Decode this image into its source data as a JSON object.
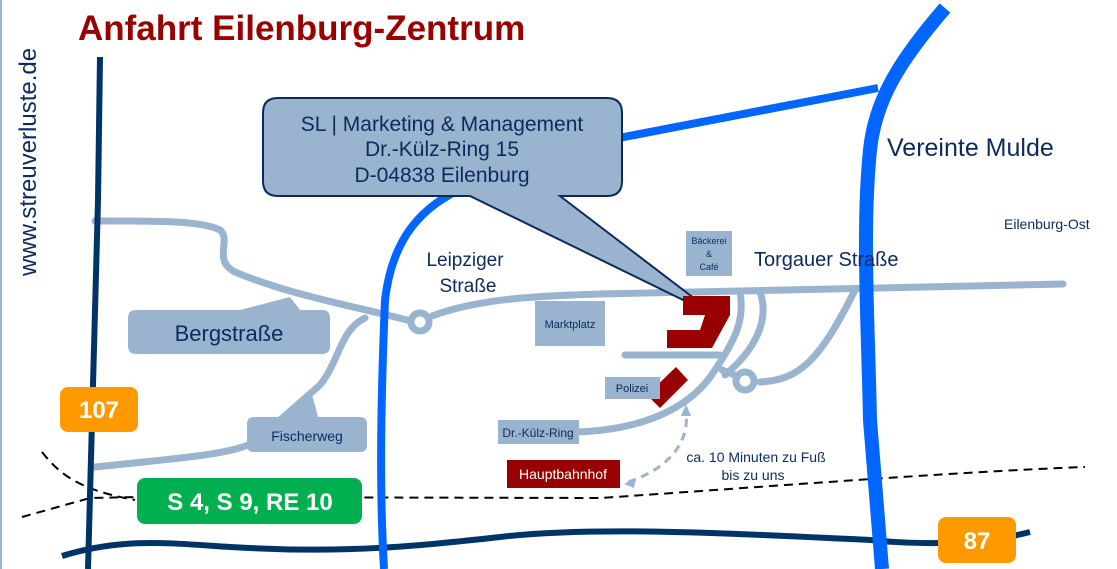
{
  "title": "Anfahrt Eilenburg-Zentrum",
  "website": "www.streuverluste.de",
  "callout": {
    "line1": "SL | Marketing & Management",
    "line2": "Dr.-Külz-Ring 15",
    "line3": "D-04838 Eilenburg"
  },
  "labels": {
    "river": "Vereinte Mulde",
    "eilenburg_ost": "Eilenburg-Ost",
    "torgauer": "Torgauer Straße",
    "leipziger_line1": "Leipziger",
    "leipziger_line2": "Straße",
    "bergstrasse": "Bergstraße",
    "fischerweg": "Fischerweg",
    "marktplatz": "Marktplatz",
    "baeckerei_line1": "Bäckerei",
    "baeckerei_line2": "&",
    "baeckerei_line3": "Café",
    "polizei": "Polizei",
    "dr_kuelz_ring": "Dr.-Külz-Ring",
    "hauptbahnhof": "Hauptbahnhof",
    "walk_line1": "ca. 10 Minuten  zu Fuß",
    "walk_line2": "bis zu  uns"
  },
  "badges": {
    "b107": "107",
    "b87": "87",
    "train": "S 4, S 9, RE 10"
  },
  "colors": {
    "title": "#990000",
    "river": "#0066ff",
    "main_road": "#003366",
    "street": "#9ab3cf",
    "label_box": "#9ab3cf",
    "building": "#990000",
    "federal_road_badge": "#ff9900",
    "train_badge": "#00b050",
    "text": "#0d2a5c"
  }
}
